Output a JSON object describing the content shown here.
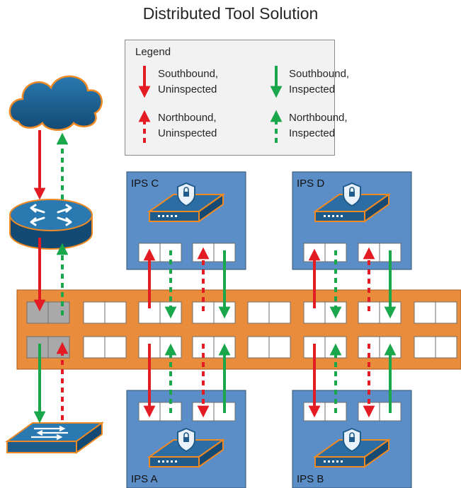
{
  "title": "Distributed Tool Solution",
  "legend": {
    "heading": "Legend",
    "entries": [
      {
        "line1": "Southbound,",
        "line2": "Uninspected",
        "color": "#e31b23",
        "direction": "down",
        "style": "solid"
      },
      {
        "line1": "Southbound,",
        "line2": "Inspected",
        "color": "#1aa64a",
        "direction": "down",
        "style": "solid"
      },
      {
        "line1": "Northbound,",
        "line2": "Uninspected",
        "color": "#e31b23",
        "direction": "up",
        "style": "dotted"
      },
      {
        "line1": "Northbound,",
        "line2": "Inspected",
        "color": "#1aa64a",
        "direction": "up",
        "style": "dotted"
      }
    ]
  },
  "ips_devices": [
    {
      "label": "IPS C"
    },
    {
      "label": "IPS D"
    },
    {
      "label": "IPS A"
    },
    {
      "label": "IPS B"
    }
  ],
  "icons": {
    "cloud": "cloud-icon",
    "router": "router-icon",
    "switch": "network-switch-icon",
    "ips": "ips-appliance-shield-icon"
  },
  "colors": {
    "uninspected": "#e31b23",
    "inspected": "#1aa64a",
    "ips_box": "#5b8ec6",
    "tool_bar": "#e98d3c",
    "device_blue": "#1f5c8b"
  }
}
